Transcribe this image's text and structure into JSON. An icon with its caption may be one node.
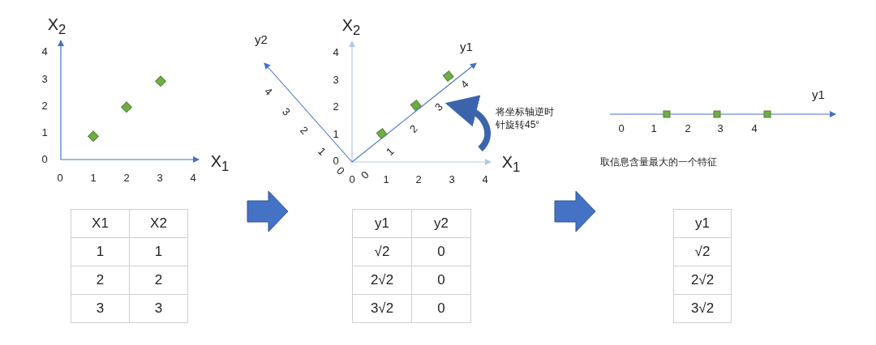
{
  "diagram": {
    "labels": [
      "X$_{2}$",
      "4",
      "3",
      "2",
      "1",
      "0",
      "X$_{1}$",
      "0",
      "1",
      "2",
      "3",
      "4",
      "X$_{2}$",
      "y2",
      "y1",
      "4",
      "3",
      "2",
      "1",
      "0",
      "4",
      "3",
      "2",
      "1",
      "0",
      "0",
      "1",
      "2",
      "3",
      "4",
      "将坐标轴逆时针旋转45°",
      "X$_{1}$",
      "0",
      "1",
      "2",
      "3",
      "4",
      "y1",
      "0",
      "1",
      "2",
      "3",
      "4",
      "取信息含量最大的一个特征",
      "X1",
      "X2",
      "1",
      "1",
      "2",
      "2",
      "3",
      "3",
      "y1",
      "y2",
      "√2",
      "0",
      "2√2",
      "0",
      "3√2",
      "0",
      "y1",
      "√2",
      "2√2",
      "3√2"
    ]
  }
}
